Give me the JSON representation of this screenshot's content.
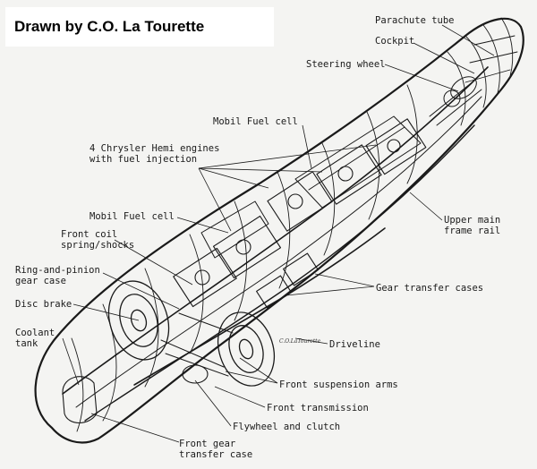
{
  "credit": "Drawn by  C.O. La Tourette",
  "signature": "C.O.LaTourette",
  "colors": {
    "ink": "#1a1a1a",
    "paper": "#f4f4f2"
  },
  "labels": {
    "parachute_tube": "Parachute tube",
    "cockpit": "Cockpit",
    "steering_wheel": "Steering wheel",
    "mobil_fuel_cell_top": "Mobil Fuel cell",
    "engines_line1": "4 Chrysler Hemi engines",
    "engines_line2": "with fuel injection",
    "mobil_fuel_cell_mid": "Mobil Fuel cell",
    "front_coil_line1": "Front coil",
    "front_coil_line2": "spring/shocks",
    "ring_pinion_line1": "Ring-and-pinion",
    "ring_pinion_line2": "gear case",
    "disc_brake": "Disc brake",
    "coolant_line1": "Coolant",
    "coolant_line2": "tank",
    "upper_rail_line1": "Upper main",
    "upper_rail_line2": "frame rail",
    "gear_transfer_cases": "Gear transfer cases",
    "driveline": "Driveline",
    "front_suspension_arms": "Front suspension arms",
    "front_transmission": "Front transmission",
    "flywheel_clutch": "Flywheel and clutch",
    "front_gear_line1": "Front gear",
    "front_gear_line2": "transfer case"
  }
}
